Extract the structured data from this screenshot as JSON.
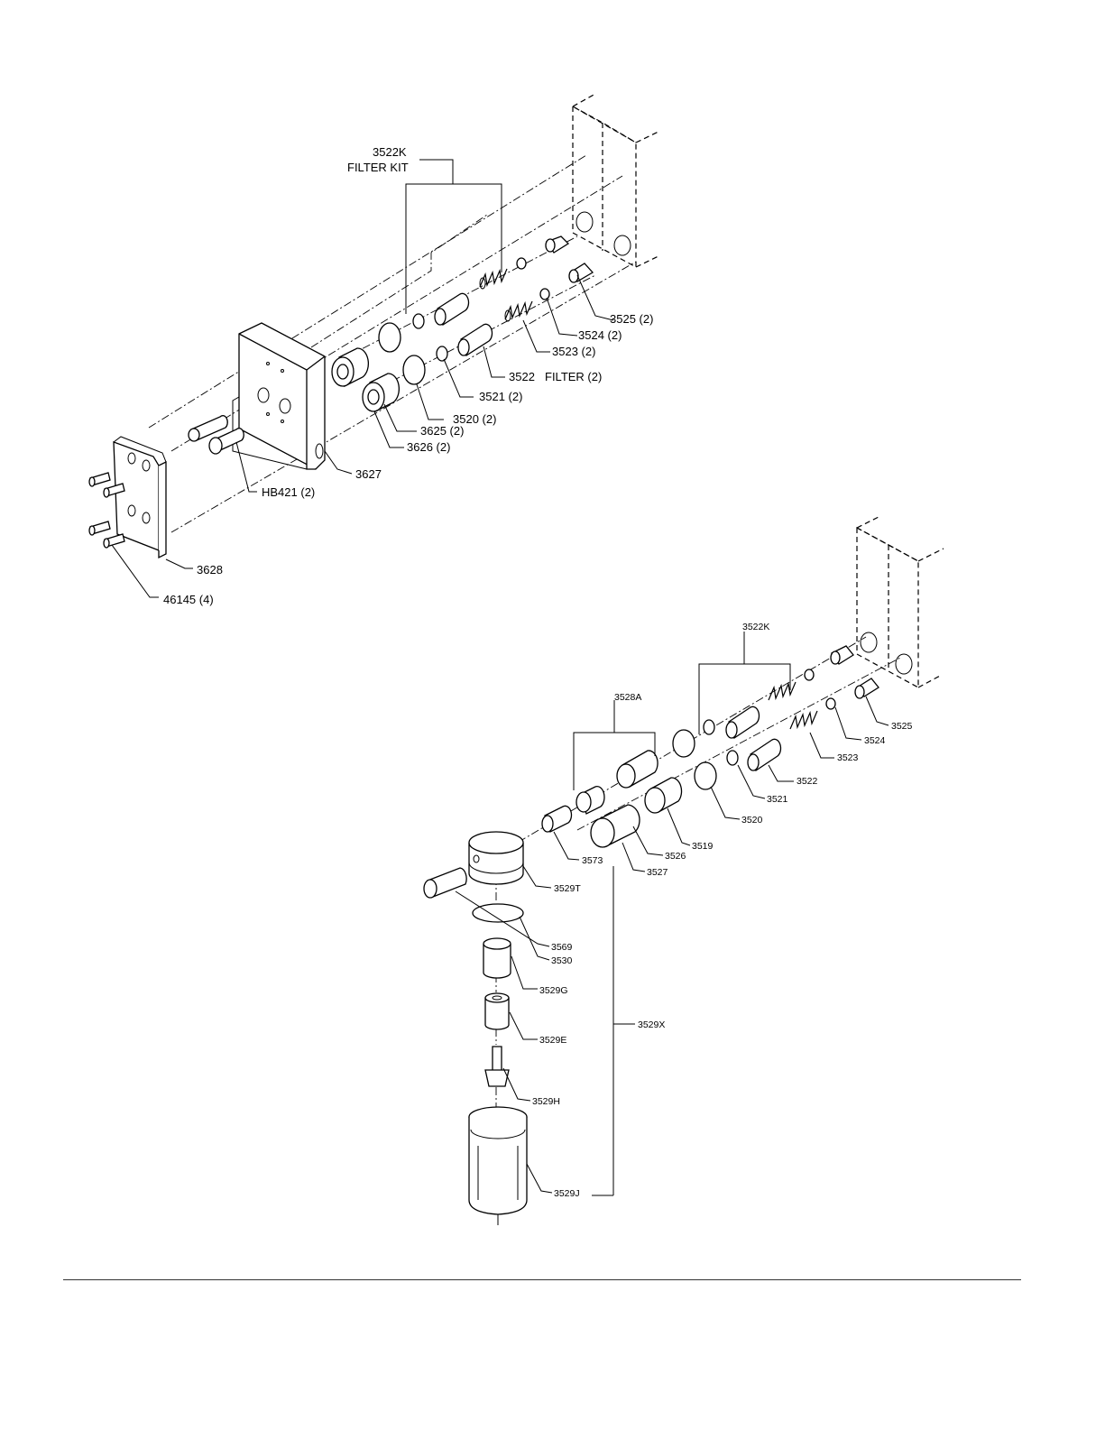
{
  "diagram1": {
    "filter_kit": {
      "number": "3522K",
      "name": "FILTER KIT"
    },
    "labels": {
      "p3525": "3525 (2)",
      "p3524": "3524 (2)",
      "p3523": "3523 (2)",
      "p3522": "3522",
      "p3522_desc": "FILTER (2)",
      "p3521": "3521 (2)",
      "p3520": "3520 (2)",
      "p3625": "3625 (2)",
      "p3626": "3626 (2)",
      "p3627": "3627",
      "hb421": "HB421 (2)",
      "p3628": "3628",
      "p46145": "46145 (4)"
    }
  },
  "diagram2": {
    "labels": {
      "p3522K": "3522K",
      "p3528A": "3528A",
      "p3525": "3525",
      "p3524": "3524",
      "p3523": "3523",
      "p3522": "3522",
      "p3521": "3521",
      "p3520": "3520",
      "p3519": "3519",
      "p3526": "3526",
      "p3527": "3527",
      "p3573": "3573",
      "p3529T": "3529T",
      "p3569": "3569",
      "p3530": "3530",
      "p3529G": "3529G",
      "p3529E": "3529E",
      "p3529H": "3529H",
      "p3529J": "3529J",
      "p3529X": "3529X"
    }
  }
}
